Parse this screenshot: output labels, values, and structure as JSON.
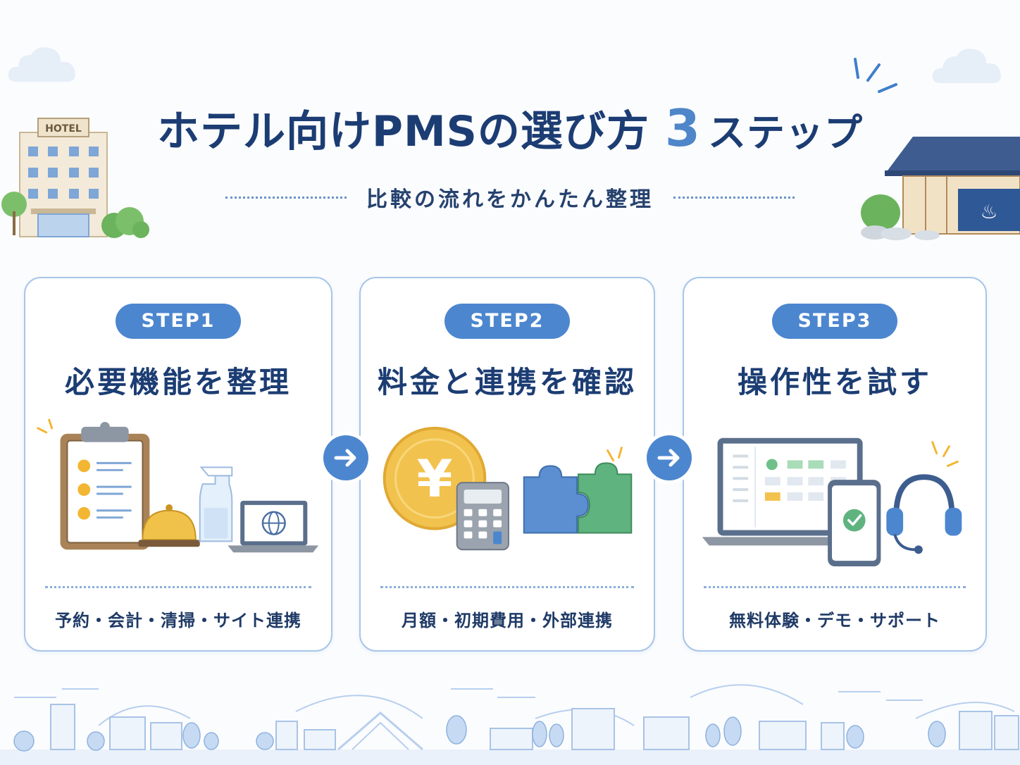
{
  "header": {
    "title_main": "ホテル向けPMSの選び方",
    "title_number": "3",
    "title_suffix": "ステップ",
    "subtitle": "比較の流れをかんたん整理",
    "hotel_sign": "HOTEL"
  },
  "steps": [
    {
      "label": "STEP1",
      "title": "必要機能を整理",
      "description": "予約・会計・清掃・サイト連携",
      "icons": [
        "clipboard-checklist-icon",
        "service-bell-icon",
        "spray-bottle-icon",
        "laptop-globe-icon"
      ]
    },
    {
      "label": "STEP2",
      "title": "料金と連携を確認",
      "description": "月額・初期費用・外部連携",
      "icons": [
        "yen-coin-icon",
        "calculator-icon",
        "puzzle-pieces-icon"
      ],
      "coin_symbol": "¥"
    },
    {
      "label": "STEP3",
      "title": "操作性を試す",
      "description": "無料体験・デモ・サポート",
      "icons": [
        "laptop-dashboard-icon",
        "smartphone-check-icon",
        "headset-icon"
      ]
    }
  ],
  "colors": {
    "accent": "#4c86cf",
    "title": "#1c3d73",
    "card_border": "#a8c6e8",
    "coin": "#f2c24e",
    "puzzle_blue": "#5b8fd1",
    "puzzle_green": "#5fb37f"
  },
  "arrows": [
    "arrow-right-icon",
    "arrow-right-icon"
  ]
}
